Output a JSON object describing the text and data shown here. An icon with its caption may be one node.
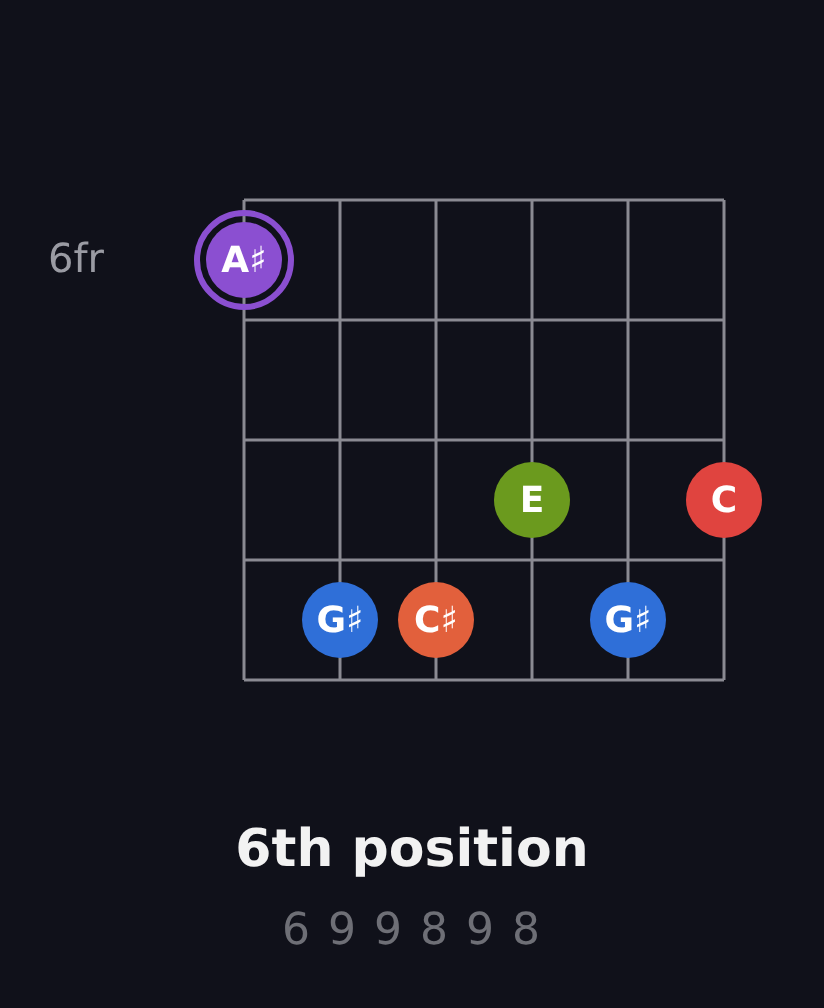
{
  "diagram": {
    "title": "6th position",
    "nodes": [
      {
        "text": [
          "A♯"
        ]
      },
      {
        "text": [
          "E"
        ]
      },
      {
        "text": [
          "C"
        ]
      },
      {
        "text": [
          "G♯"
        ]
      },
      {
        "text": [
          "C♯"
        ]
      },
      {
        "text": [
          "G♯"
        ]
      }
    ],
    "labels": [
      "6fr",
      "6 9 9 8 9 8"
    ]
  }
}
